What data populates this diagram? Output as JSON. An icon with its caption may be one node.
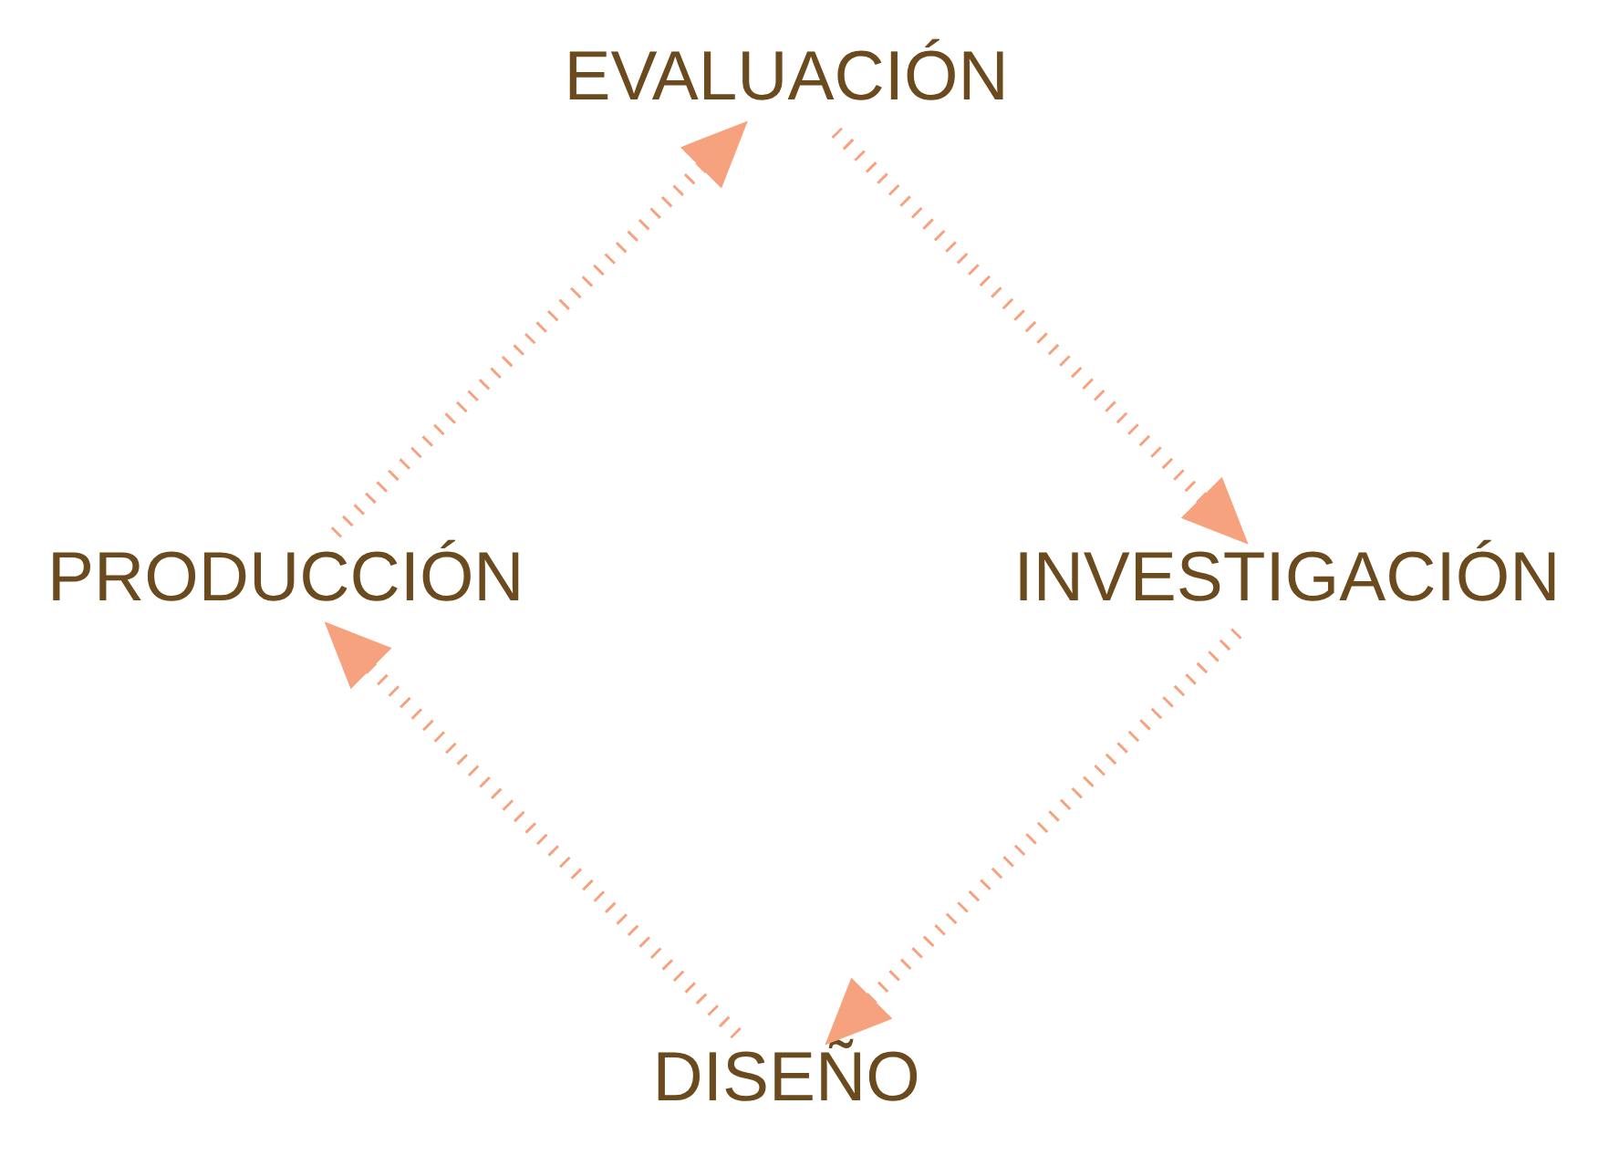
{
  "diagram": {
    "nodes": [
      {
        "text": [
          "DISEÑO"
        ]
      },
      {
        "text": [
          "PRODUCCIÓN"
        ]
      },
      {
        "text": [
          "EVALUACIÓN"
        ]
      },
      {
        "text": [
          "INVESTIGACIÓN"
        ]
      }
    ],
    "edges": [
      {
        "from": 0,
        "to": 1,
        "arrow": "to"
      },
      {
        "from": 1,
        "to": 2,
        "arrow": "to"
      },
      {
        "from": 2,
        "to": 3,
        "arrow": "to"
      },
      {
        "from": 3,
        "to": 0,
        "arrow": "to"
      }
    ]
  }
}
